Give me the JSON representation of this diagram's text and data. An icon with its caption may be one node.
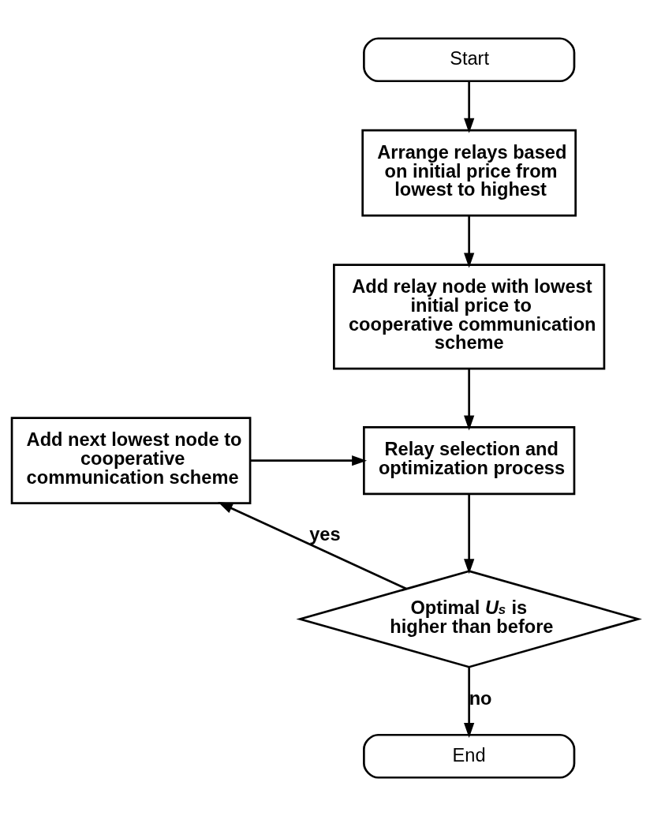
{
  "diagram": {
    "nodes": [
      {
        "text": [
          "Start"
        ]
      },
      {
        "text": [
          "Arrange relays based on initial price from lowest to highest"
        ]
      },
      {
        "text": [
          "Add relay node with lowest initial price to cooperative communication scheme"
        ]
      },
      {
        "text": [
          "Relay selection and optimization process"
        ]
      },
      {
        "text": [
          "Add next lowest node to cooperative communication scheme"
        ]
      },
      {
        "text": [
          "Optimal *U*$_{s}$ is higher than before"
        ]
      },
      {
        "text": [
          "End"
        ]
      }
    ],
    "edges": [
      {
        "from": 0,
        "to": 1,
        "arrow": "to"
      },
      {
        "from": 1,
        "to": 2,
        "arrow": "to"
      },
      {
        "from": 2,
        "to": 3,
        "arrow": "to"
      },
      {
        "from": 3,
        "to": 5,
        "arrow": "to"
      },
      {
        "from": 5,
        "to": 4,
        "arrow": "to",
        "label": "yes"
      },
      {
        "from": 4,
        "to": 3,
        "arrow": "to"
      },
      {
        "from": 5,
        "to": 6,
        "arrow": "to",
        "label": "no"
      }
    ]
  }
}
